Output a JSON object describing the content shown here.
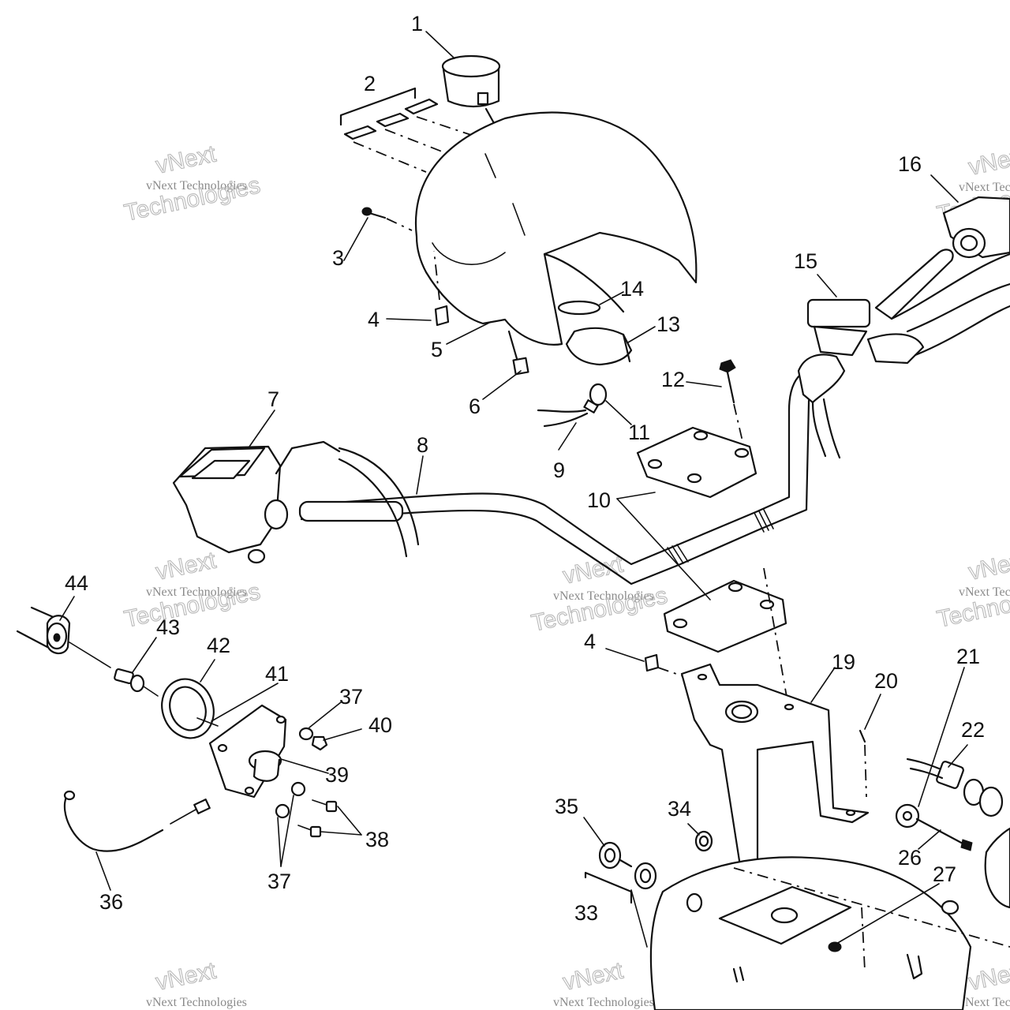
{
  "watermark": {
    "line1": "vNext Technologies",
    "word1": "vNext",
    "word2": "Technologies"
  },
  "labels": [
    {
      "id": "1",
      "text": "1"
    },
    {
      "id": "2",
      "text": "2"
    },
    {
      "id": "3",
      "text": "3"
    },
    {
      "id": "4a",
      "text": "4"
    },
    {
      "id": "5",
      "text": "5"
    },
    {
      "id": "6",
      "text": "6"
    },
    {
      "id": "7",
      "text": "7"
    },
    {
      "id": "8",
      "text": "8"
    },
    {
      "id": "9",
      "text": "9"
    },
    {
      "id": "10",
      "text": "10"
    },
    {
      "id": "11",
      "text": "11"
    },
    {
      "id": "12",
      "text": "12"
    },
    {
      "id": "13",
      "text": "13"
    },
    {
      "id": "14",
      "text": "14"
    },
    {
      "id": "15",
      "text": "15"
    },
    {
      "id": "16",
      "text": "16"
    },
    {
      "id": "4b",
      "text": "4"
    },
    {
      "id": "19",
      "text": "19"
    },
    {
      "id": "20",
      "text": "20"
    },
    {
      "id": "21",
      "text": "21"
    },
    {
      "id": "22",
      "text": "22"
    },
    {
      "id": "26",
      "text": "26"
    },
    {
      "id": "27",
      "text": "27"
    },
    {
      "id": "33",
      "text": "33"
    },
    {
      "id": "34",
      "text": "34"
    },
    {
      "id": "35",
      "text": "35"
    },
    {
      "id": "36",
      "text": "36"
    },
    {
      "id": "37a",
      "text": "37"
    },
    {
      "id": "37b",
      "text": "37"
    },
    {
      "id": "38",
      "text": "38"
    },
    {
      "id": "39",
      "text": "39"
    },
    {
      "id": "40",
      "text": "40"
    },
    {
      "id": "41",
      "text": "41"
    },
    {
      "id": "42",
      "text": "42"
    },
    {
      "id": "43",
      "text": "43"
    },
    {
      "id": "44",
      "text": "44"
    }
  ]
}
